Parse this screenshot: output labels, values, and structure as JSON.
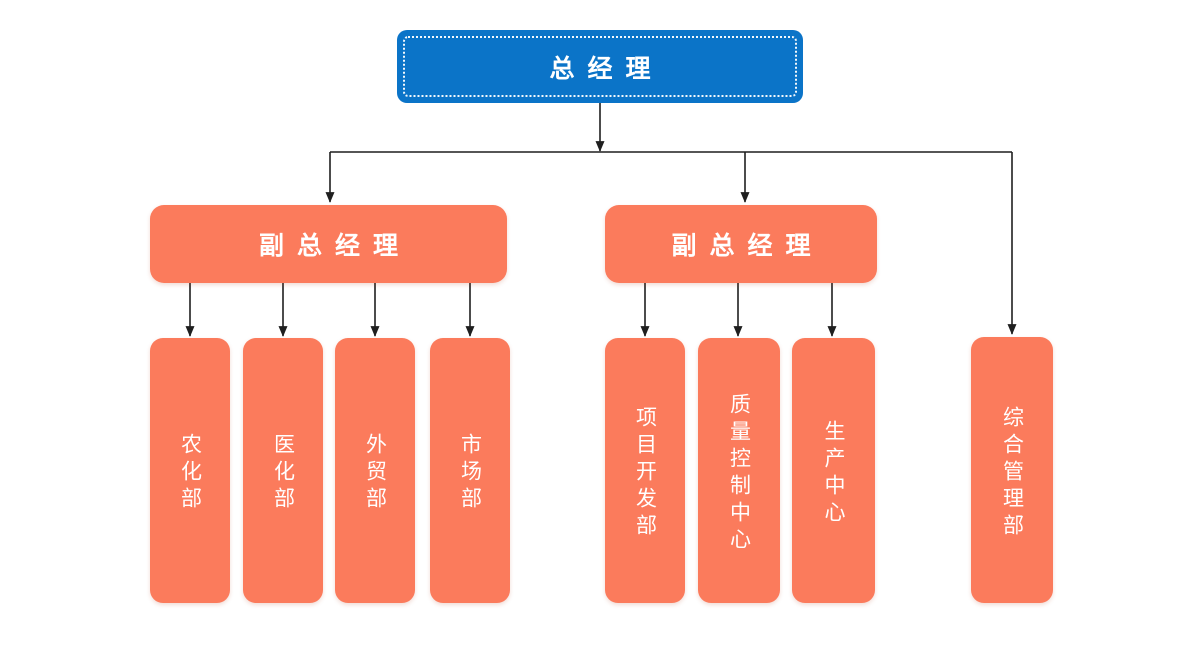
{
  "org_chart": {
    "root": {
      "label": "总经理"
    },
    "deputies": [
      {
        "label": "副总经理",
        "departments": [
          "农化部",
          "医化部",
          "外贸部",
          "市场部"
        ]
      },
      {
        "label": "副总经理",
        "departments": [
          "项目开发部",
          "质量控制中心",
          "生产中心"
        ]
      }
    ],
    "direct_department": {
      "label": "综合管理部"
    }
  },
  "colors": {
    "root_fill": "#0b74c8",
    "node_fill": "#fb7b5c",
    "line": "#1f1f1f",
    "node_text": "#ffffff",
    "background": "#ffffff"
  }
}
